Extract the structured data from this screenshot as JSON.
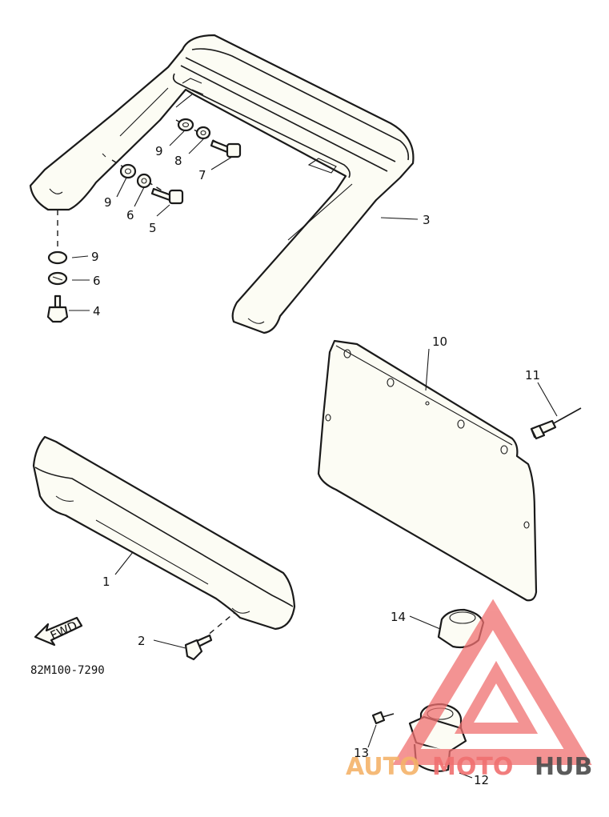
{
  "diagram": {
    "callouts": [
      {
        "id": "1",
        "text": "1"
      },
      {
        "id": "2",
        "text": "2"
      },
      {
        "id": "3",
        "text": "3"
      },
      {
        "id": "4",
        "text": "4"
      },
      {
        "id": "5",
        "text": "5"
      },
      {
        "id": "6a",
        "text": "6"
      },
      {
        "id": "6b",
        "text": "6"
      },
      {
        "id": "7",
        "text": "7"
      },
      {
        "id": "8",
        "text": "8"
      },
      {
        "id": "9a",
        "text": "9"
      },
      {
        "id": "9b",
        "text": "9"
      },
      {
        "id": "9c",
        "text": "9"
      },
      {
        "id": "10",
        "text": "10"
      },
      {
        "id": "11",
        "text": "11"
      },
      {
        "id": "12",
        "text": "12"
      },
      {
        "id": "13",
        "text": "13"
      },
      {
        "id": "14",
        "text": "14"
      }
    ],
    "drawing_code": "82M100-7290",
    "fwd_arrow_text": "FWD"
  },
  "watermark": {
    "part1": "AUTO",
    "part2": "MOTO",
    "part3": "HUB",
    "colors": {
      "auto": "#f5b36a",
      "moto": "#f07070",
      "hub": "#4a4a4a",
      "logo": "#f07070"
    }
  }
}
